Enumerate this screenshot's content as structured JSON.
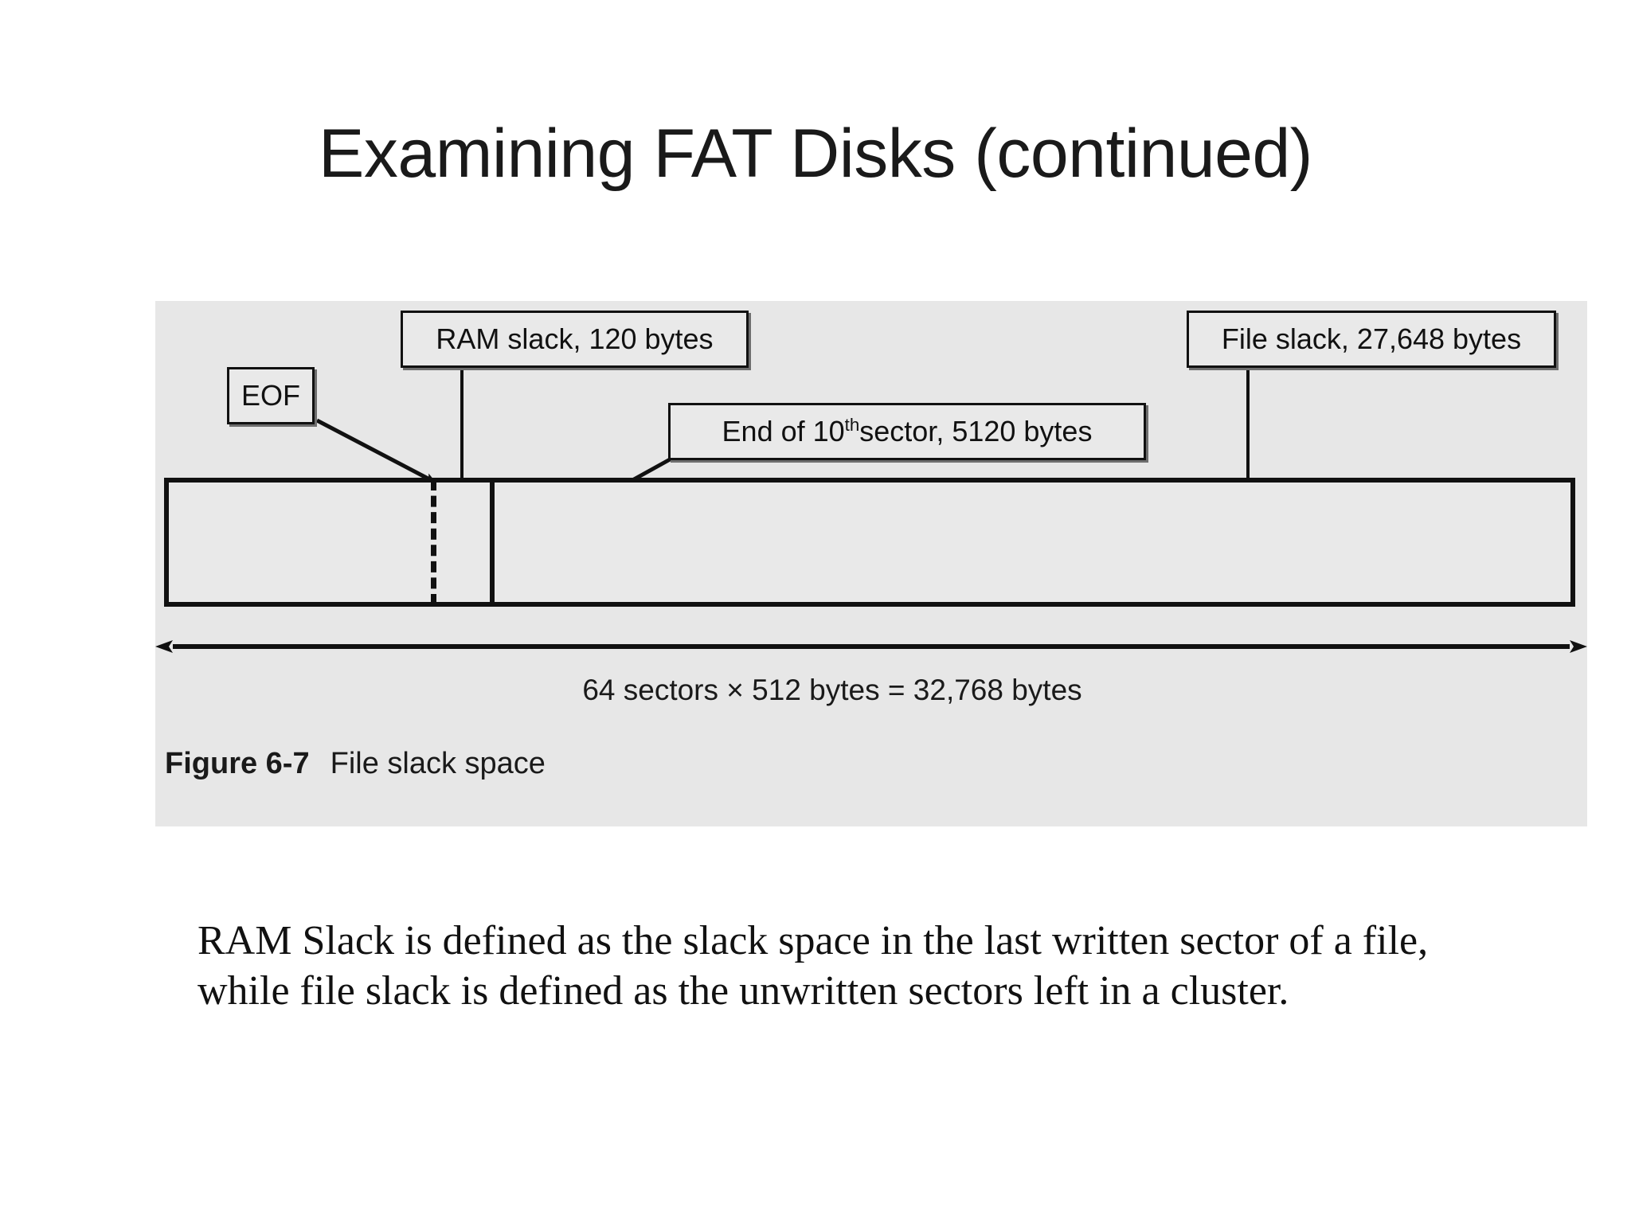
{
  "slide": {
    "title": "Examining FAT Disks (continued)",
    "background_color": "#ffffff"
  },
  "figure": {
    "panel_background_color": "#e7e7e7",
    "caption_number": "Figure 6-7",
    "caption_text": "File slack space",
    "dimension_label": "64 sectors × 512 bytes = 32,768 bytes",
    "callouts": [
      {
        "id": "ram-slack",
        "label": "RAM slack, 120 bytes"
      },
      {
        "id": "eof",
        "label": "EOF"
      },
      {
        "id": "end-sector",
        "label_prefix": "End of 10",
        "label_sup": "th",
        "label_suffix": " sector, 5120 bytes"
      },
      {
        "id": "file-slack",
        "label": "File slack, 27,648 bytes"
      }
    ],
    "diagram_values": {
      "ram_slack_bytes": "120",
      "file_slack_bytes": "27,648",
      "end_of_sector_bytes": "5120",
      "sector_ordinal": "10th",
      "sectors_per_cluster": "64",
      "bytes_per_sector": "512",
      "cluster_total_bytes": "32,768"
    }
  },
  "body": {
    "paragraph": "RAM Slack is defined as the slack space in the last written sector of a file, while file slack is defined as the unwritten sectors left in a cluster."
  }
}
